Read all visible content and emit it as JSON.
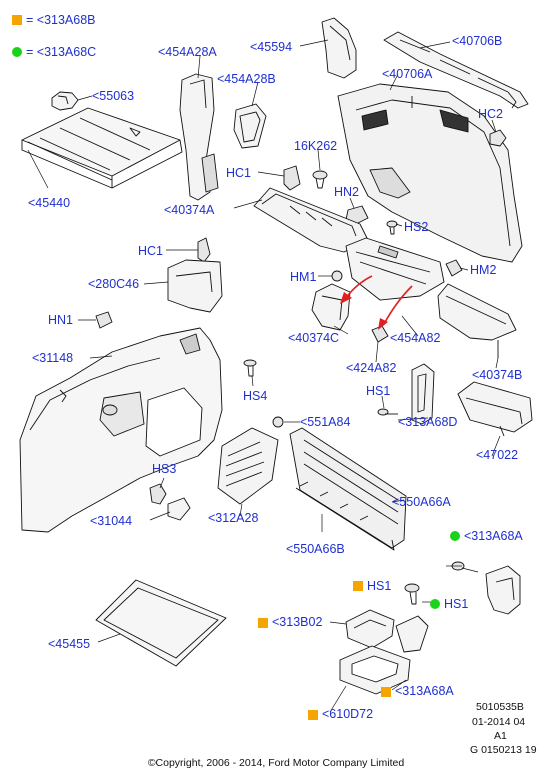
{
  "legend": [
    {
      "marker": "orange-square",
      "text": "= <313A68B",
      "color": "#f5a500"
    },
    {
      "marker": "green-circle",
      "text": "= <313A68C",
      "color": "#19d319"
    }
  ],
  "callouts": {
    "c55063": "<55063",
    "c45440": "<45440",
    "c454A28A": "<454A28A",
    "c454A28B": "<454A28B",
    "c45594": "<45594",
    "c40706B": "<40706B",
    "c40706A": "<40706A",
    "cHC2": "HC2",
    "c16K262": "16K262",
    "cHC1a": "HC1",
    "cHN2": "HN2",
    "c40374A": "<40374A",
    "cHS2": "HS2",
    "cHC1b": "HC1",
    "cHM1": "HM1",
    "cHM2": "HM2",
    "c280C46": "<280C46",
    "cHN1": "HN1",
    "c40374C": "<40374C",
    "c454A82": "<454A82",
    "c31148": "<31148",
    "c424A82": "<424A82",
    "c40374B": "<40374B",
    "cHS1a": "HS1",
    "cHS4": "HS4",
    "c551A84": "<551A84",
    "c313A68D": "<313A68D",
    "c47022": "<47022",
    "cHS3": "HS3",
    "c550A66A": "<550A66A",
    "c31044": "<31044",
    "c312A28": "<312A28",
    "c550A66B": "<550A66B",
    "c313A68A": "<313A68A",
    "cHS1b": "HS1",
    "cHS1c": "HS1",
    "c313B02": "<313B02",
    "c45455": "<45455",
    "c313A68Ab": "<313A68A",
    "c610D72": "<610D72"
  },
  "meta": {
    "line1": "5010535B",
    "line2": "01-2014 04",
    "line3": "A1",
    "line4": "G 0150213 19"
  },
  "copyright": "©Copyright, 2006 - 2014, Ford Motor Company Limited",
  "colors": {
    "label": "#2030d0",
    "orange": "#f5a500",
    "green": "#19d319",
    "arrow": "#e02020"
  }
}
